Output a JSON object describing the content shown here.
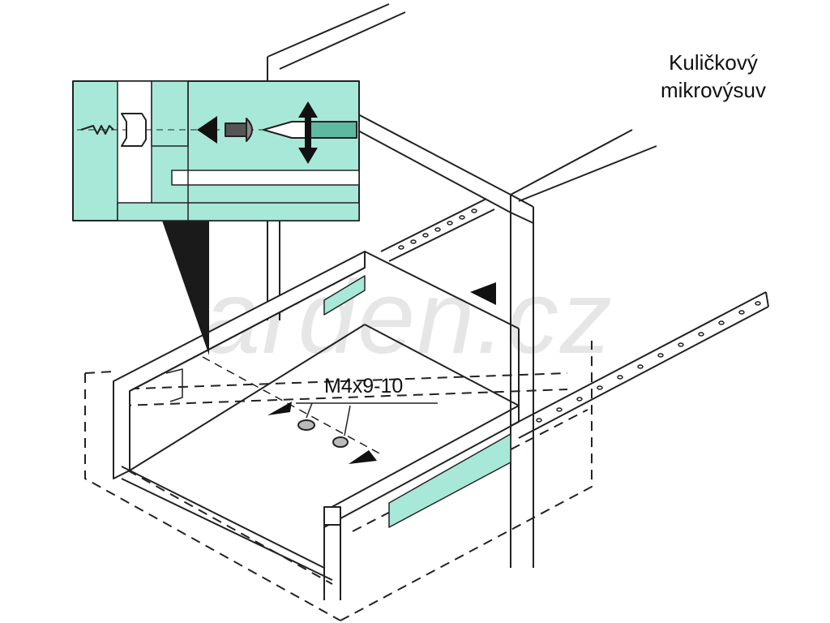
{
  "title": {
    "line1": "Kuličkový",
    "line2": "mikrovýsuv"
  },
  "screw_label": "M4x9-10",
  "watermark": "arden.cz",
  "colors": {
    "accent": "#a8e8d8",
    "stroke": "#222222",
    "dark": "#1a1a1a",
    "watermark": "#e6e6e6"
  }
}
